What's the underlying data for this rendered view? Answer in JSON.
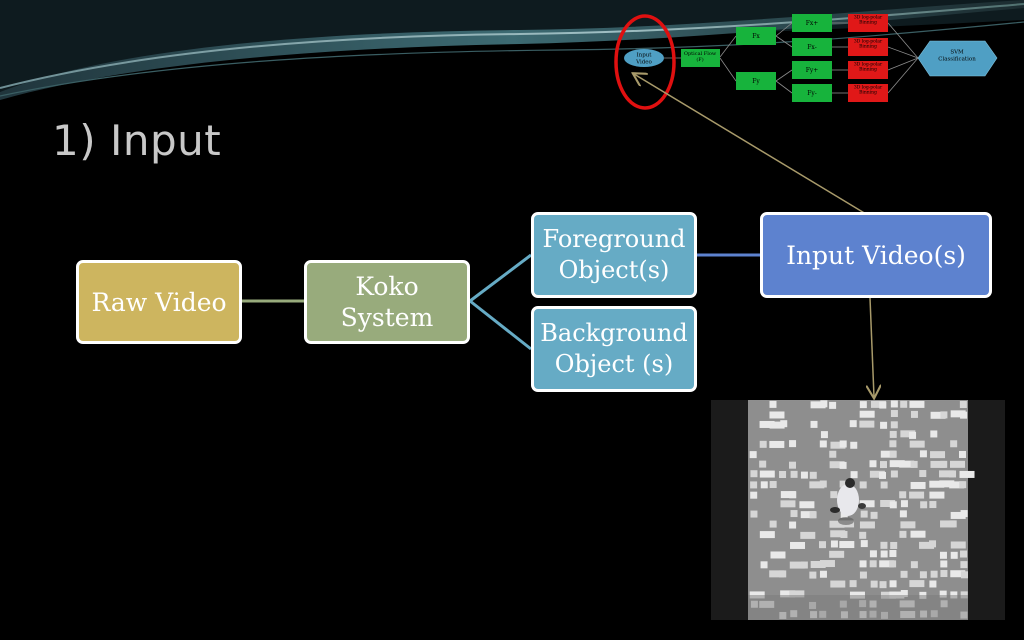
{
  "slide": {
    "title": "1) Input"
  },
  "diagram": {
    "raw_video": "Raw Video",
    "koko_system": "Koko\nSystem",
    "foreground": "Foreground\nObject(s)",
    "background": "Background\nObject (s)",
    "input_video": "Input Video(s)"
  },
  "mini_diagram": {
    "input": "Input\nVideo",
    "optical_flow": "Optical Flow\n(F)",
    "fx": "Fx",
    "fy": "Fy",
    "fx_plus": "Fx+",
    "fx_minus": "Fx-",
    "fy_plus": "Fy+",
    "fy_minus": "Fy-",
    "polar": "3D log-polar\nBinning",
    "svm": "SVM\nClassification"
  },
  "colors": {
    "raw": "#cdb55f",
    "koko": "#98ab7c",
    "objects": "#66abc5",
    "input": "#5d82cf",
    "highlight": "#e01010",
    "arrow": "#a89a6a"
  }
}
